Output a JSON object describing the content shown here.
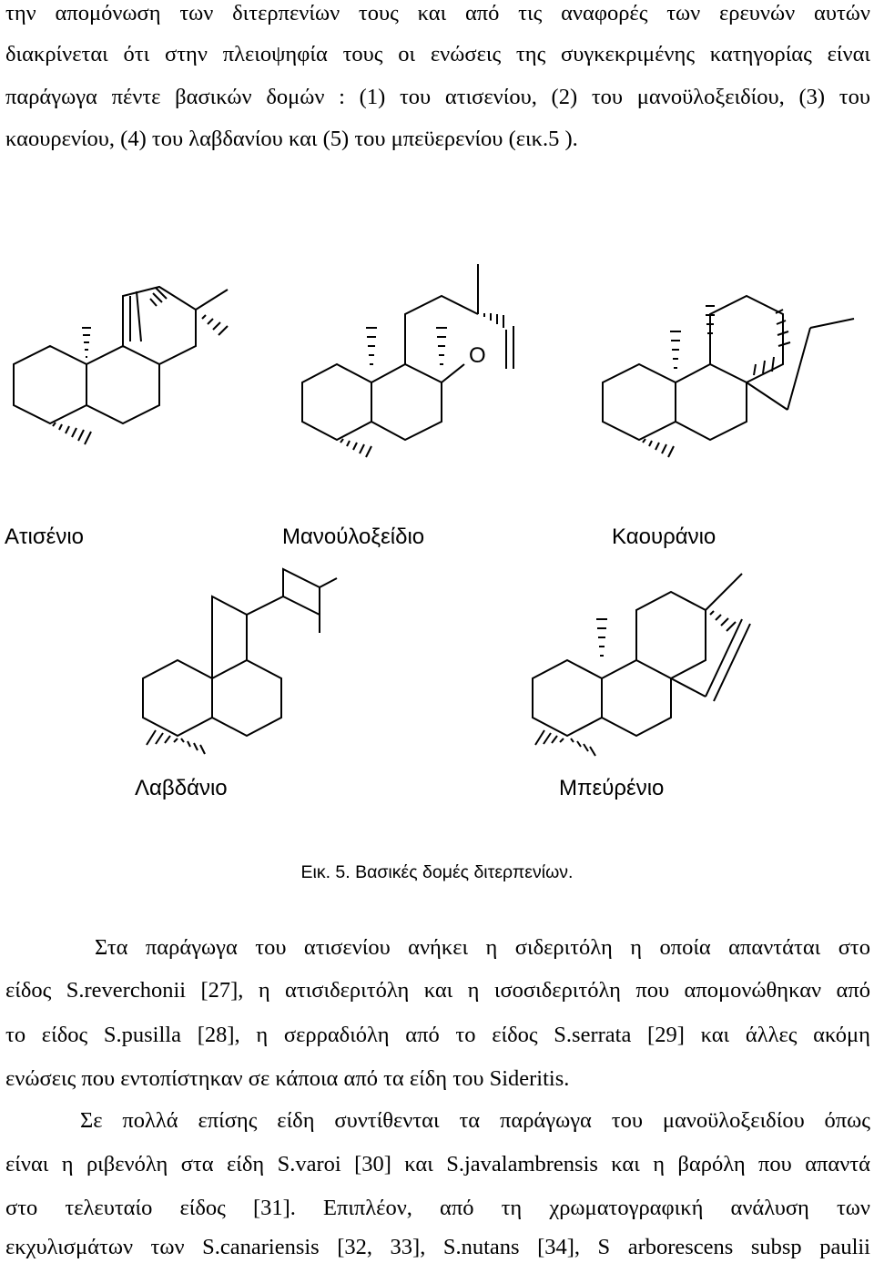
{
  "paragraph_top": {
    "lines": [
      "την απομόνωση των διτερπενίων τους και από τις αναφορές των ερευνών αυτών",
      "διακρίνεται ότι στην πλειοψηφία τους οι ενώσεις της συγκεκριμένης κατηγορίας είναι",
      "παράγωγα πέντε βασικών δομών : (1) του ατισενίου, (2) του μανοϋλοξειδίου, (3) του",
      "καουρενίου, (4) του λαβδανίου και (5) του μπεϋερενίου (εικ.5 )."
    ]
  },
  "figure": {
    "structures": {
      "atisene": "Ατισένιο",
      "manoyl_oxide": "Μανούλοξείδιο",
      "kaurane": "Καουράνιο",
      "labdane": "Λαβδάνιο",
      "beyerene": "Μπεύρένιο"
    },
    "oxygen_label": "O",
    "caption": "Εικ. 5. Βασικές δομές διτερπενίων."
  },
  "paragraph_bottom": {
    "lines": [
      "Στα παράγωγα του ατισενίου ανήκει η σιδεριτόλη η οποία απαντάται στο",
      "είδος S.reverchonii [27], η ατισιδεριτόλη και η ισοσιδεριτόλη που απομονώθηκαν από",
      "το είδος S.pusilla [28], η σερραδιόλη από το είδος S.serrata [29] και άλλες ακόμη",
      "ενώσεις που εντοπίστηκαν σε κάποια από τα είδη του Sideritis.",
      "Σε πολλά επίσης είδη συντίθενται τα παράγωγα του μανοϋλοξειδίου όπως",
      "είναι η ριβενόλη στα είδη S.varoi [30] και S.javalambrensis και η βαρόλη που απαντά",
      "στο τελευταίο είδος [31]. Επιπλέον, από τη χρωματογραφική ανάλυση των",
      "εκχυλισμάτων των S.canariensis [32, 33], S.nutans [34], S arborescens subsp paulii"
    ]
  }
}
